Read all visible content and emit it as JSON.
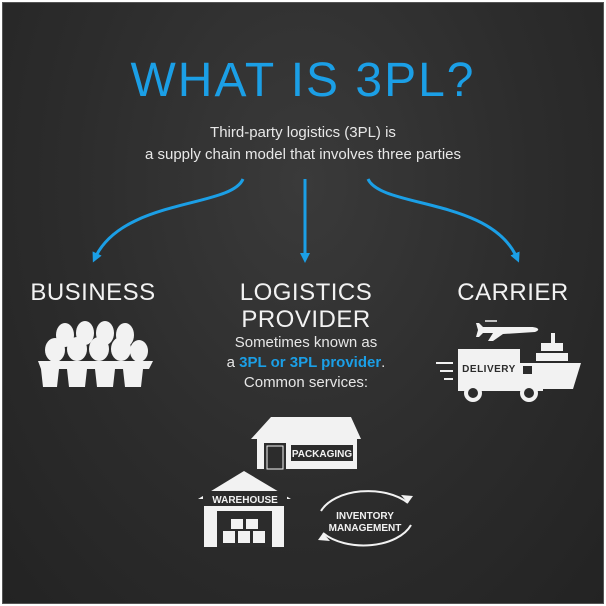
{
  "title": "WHAT IS 3PL?",
  "subtitle_line1": "Third-party logistics (3PL) is",
  "subtitle_line2": "a supply chain model that involves three parties",
  "parties": {
    "business": "BUSINESS",
    "logistics_line1": "LOGISTICS",
    "logistics_line2": "PROVIDER",
    "carrier": "CARRIER"
  },
  "logistics_desc": {
    "line1": "Sometimes known as",
    "line2_prefix": "a ",
    "line2_highlight": "3PL or 3PL provider",
    "line2_suffix": ".",
    "line3": "Common services:"
  },
  "services": {
    "packaging": "PACKAGING",
    "warehouse": "WAREHOUSE",
    "inventory_line1": "INVENTORY",
    "inventory_line2": "MANAGEMENT"
  },
  "truck_label": "DELIVERY",
  "colors": {
    "accent": "#1b9fe6",
    "background": "#2c2c2c",
    "text": "#f2f2f2"
  }
}
